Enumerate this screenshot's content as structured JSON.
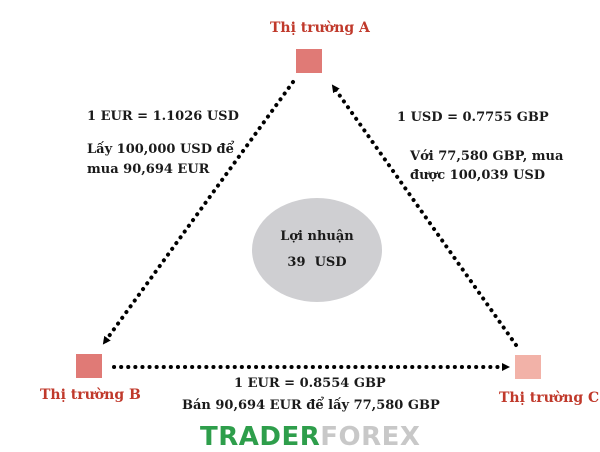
{
  "markets": {
    "a": "Thị trường A",
    "b": "Thị trường B",
    "c": "Thị trường C"
  },
  "edge_ab": {
    "rate": "1 EUR = 1.1026 USD",
    "line1": "Lấy 100,000 USD để",
    "line2": "mua 90,694 EUR"
  },
  "edge_ca": {
    "rate": "1 USD = 0.7755 GBP",
    "line1": "Với 77,580 GBP, mua",
    "line2": "được 100,039 USD"
  },
  "edge_bc": {
    "rate": "1 EUR = 0.8554 GBP",
    "line1": "Bán 90,694 EUR để lấy 77,580 GBP"
  },
  "profit": {
    "title": "Lợi nhuận",
    "value": "39  USD"
  },
  "watermark": {
    "part1": "TRADER",
    "part2": "FOREX"
  },
  "colors": {
    "node_a": "#e07a76",
    "node_b": "#e07a76",
    "node_c": "#f2b2a8",
    "profit_circle": "#cfcfd2",
    "label_red": "#c0392b",
    "logo_green": "#2e9e4b"
  }
}
